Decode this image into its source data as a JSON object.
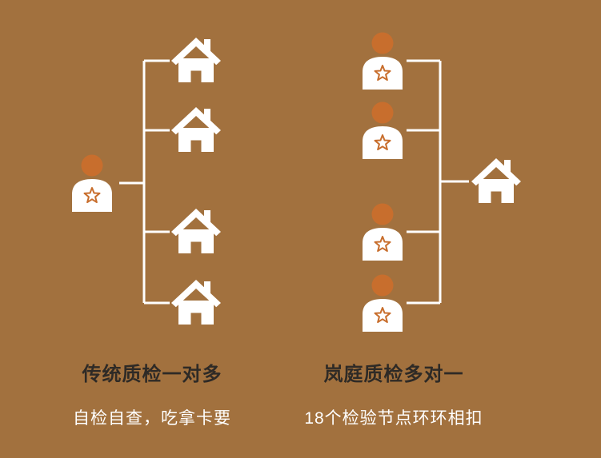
{
  "colors": {
    "bg": "#A2713E",
    "accent": "#C86E2D",
    "icon": "#FFFFFF",
    "title-text": "#2E2A26",
    "subtitle-text": "#FFFFFF"
  },
  "diagram": {
    "left_group": {
      "inspector_count": 1,
      "house_count": 4
    },
    "right_group": {
      "inspector_count": 4,
      "house_count": 1
    }
  },
  "captions": {
    "left": {
      "title": "传统质检一对多",
      "subtitle": "自检自查，吃拿卡要"
    },
    "right": {
      "title": "岚庭质检多对一",
      "subtitle": "18个检验节点环环相扣"
    }
  }
}
